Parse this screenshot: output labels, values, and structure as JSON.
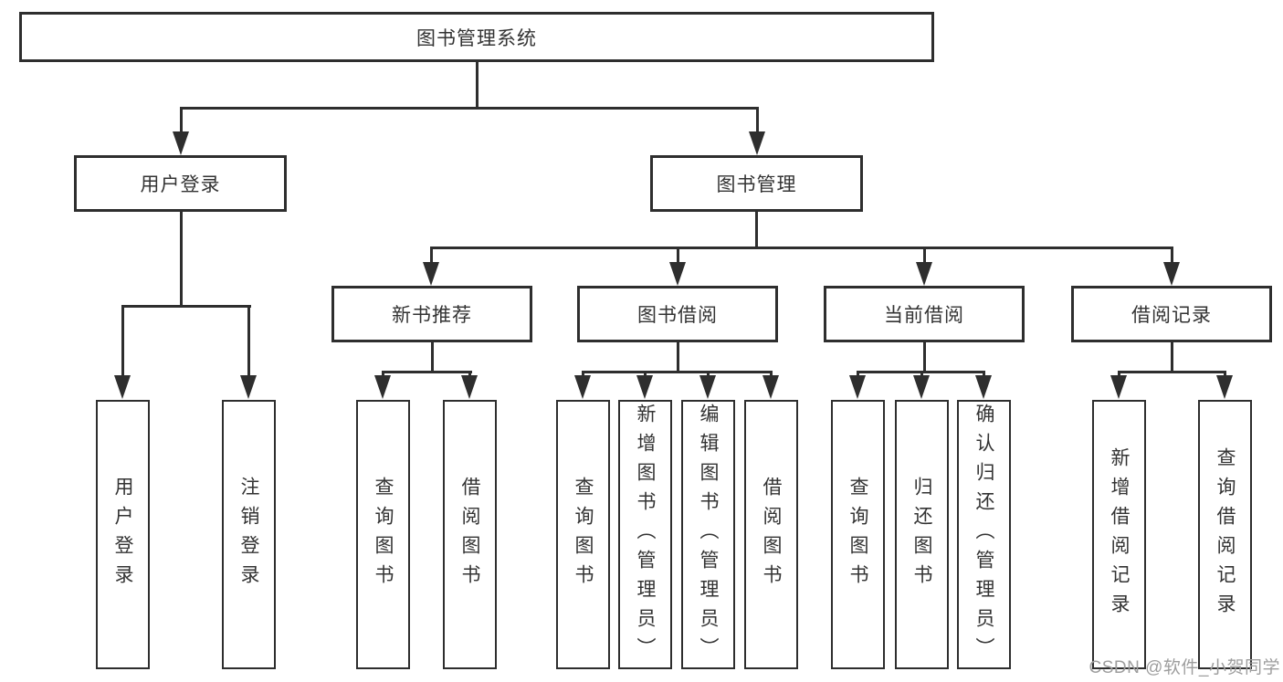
{
  "diagram_title": "图书管理系统",
  "tree": {
    "root": {
      "label": "图书管理系统"
    },
    "level2": {
      "user_login": {
        "label": "用户登录"
      },
      "book_management": {
        "label": "图书管理"
      }
    },
    "level3": {
      "new_book_recommend": {
        "label": "新书推荐"
      },
      "book_borrow": {
        "label": "图书借阅"
      },
      "current_borrow": {
        "label": "当前借阅"
      },
      "borrow_record": {
        "label": "借阅记录"
      }
    },
    "leaves": {
      "user_login": [
        "用户登录",
        "注销登录"
      ],
      "new_book_recommend": [
        "查询图书",
        "借阅图书"
      ],
      "book_borrow": [
        "查询图书",
        "新增图书（管理员）",
        "编辑图书（管理员）",
        "借阅图书"
      ],
      "current_borrow": [
        "查询图书",
        "归还图书",
        "确认归还（管理员）"
      ],
      "borrow_record": [
        "新增借阅记录",
        "查询借阅记录"
      ]
    }
  },
  "watermark": "CSDN @软件_小贺同学",
  "colors": {
    "line": "#2e2e2e",
    "text": "#333333",
    "box_background": "#ffffff",
    "watermark": "#9e9e9e"
  }
}
